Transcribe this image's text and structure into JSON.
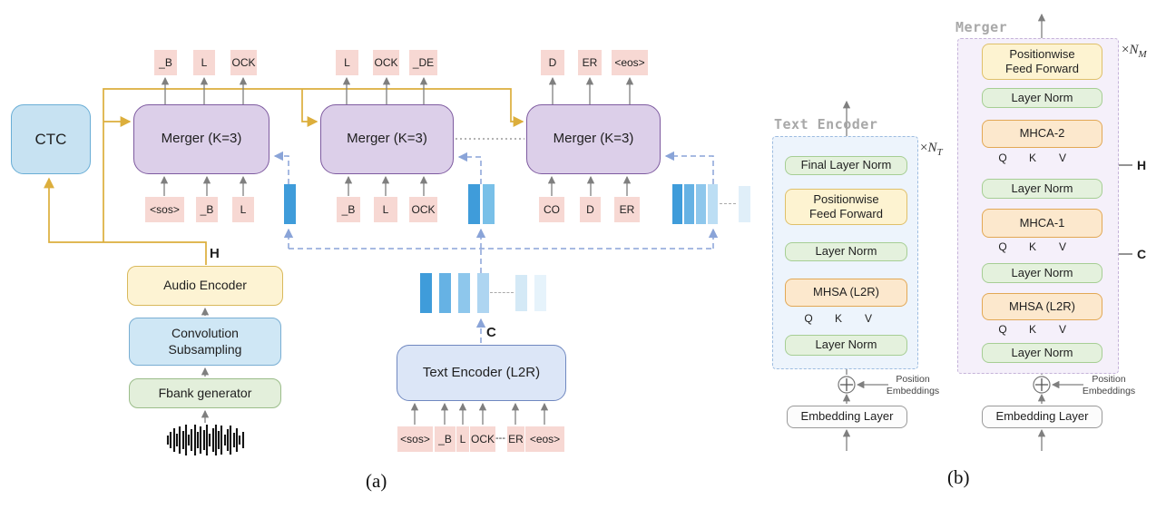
{
  "a": {
    "ctc": "CTC",
    "merger1": {
      "label": "Merger (K=3)",
      "out": [
        "_B",
        "L",
        "OCK"
      ],
      "in": [
        "<sos>",
        "_B",
        "L"
      ]
    },
    "merger2": {
      "label": "Merger (K=3)",
      "out": [
        "L",
        "OCK",
        "_DE"
      ],
      "in": [
        "_B",
        "L",
        "OCK"
      ]
    },
    "merger3": {
      "label": "Merger (K=3)",
      "out": [
        "D",
        "ER",
        "<eos>"
      ],
      "in": [
        "CO",
        "D",
        "ER"
      ]
    },
    "audio_encoder": "Audio Encoder",
    "conv": "Convolution Subsampling",
    "fbank": "Fbank generator",
    "text_encoder": "Text Encoder (L2R)",
    "text_in": [
      "<sos>",
      "_B",
      "L",
      "OCK",
      "ER",
      "<eos>"
    ],
    "ellipsis": "---",
    "h": "H",
    "c": "C",
    "caption": "(a)"
  },
  "b": {
    "qkv": [
      "Q",
      "K",
      "V"
    ],
    "text_encoder": {
      "title": "Text Encoder",
      "repeat": {
        "times": "×",
        "var": "N",
        "sub": "T"
      },
      "blocks": [
        "Final Layer Norm",
        "Positionwise Feed Forward",
        "Layer Norm",
        "MHSA (L2R)",
        "Layer Norm"
      ],
      "embedding": "Embedding Layer",
      "pos_label": "Position Embeddings"
    },
    "merger": {
      "title": "Merger",
      "repeat": {
        "times": "×",
        "var": "N",
        "sub": "M"
      },
      "blocks": [
        "Positionwise Feed Forward",
        "Layer Norm",
        "MHCA-2",
        "Layer Norm",
        "MHCA-1",
        "Layer Norm",
        "MHSA (L2R)",
        "Layer Norm"
      ],
      "embedding": "Embedding Layer",
      "pos_label": "Position Embeddings",
      "h": "H",
      "c": "C"
    },
    "caption": "(b)"
  },
  "bars": {
    "g1": [
      "#3f9cda"
    ],
    "g2": [
      "#3f9cda",
      "#79c0e8"
    ],
    "g3": [
      "#3f9cda",
      "#66b2e4",
      "#8ec7ec",
      "#bcdef4"
    ],
    "g3_tail": [
      "#e0eff9"
    ],
    "central": [
      "#3f9cda",
      "#66b2e4",
      "#8ec7ec",
      "#aed5f1"
    ],
    "central_tail": [
      "#d4e9f6",
      "#e6f3fb"
    ]
  },
  "colors": {
    "ylw": "#dcae3c",
    "blu": "#8aa4d8",
    "gry": "#7f7f7f",
    "dot": "#9a9a9a",
    "tok": "#f7d8d3",
    "pfill": "#dccfe9",
    "pedge": "#7e5ba0",
    "ctcf": "#c7e2f2",
    "ctce": "#6aaed6",
    "creamf": "#fdf3d3",
    "creame": "#d9b95c",
    "lbluef": "#cfe7f5",
    "lbluee": "#79aed3",
    "lgreenf": "#e3efdb",
    "lgreene": "#9bbd8a",
    "tef": "#dce6f7",
    "tee": "#7088c0",
    "gf": "#e4f1dd",
    "ge": "#a6ce94",
    "yf": "#fdf3d1",
    "ye": "#dfc06a",
    "of": "#fce8cd",
    "oe": "#e2a855",
    "embf": "#fcfcfc",
    "embe": "#999999",
    "tecf": "#edf4fc",
    "tece": "#9dbce0",
    "mcf": "#f5f0fa",
    "mce": "#c5b3d9",
    "title": "#a8a8a8"
  }
}
